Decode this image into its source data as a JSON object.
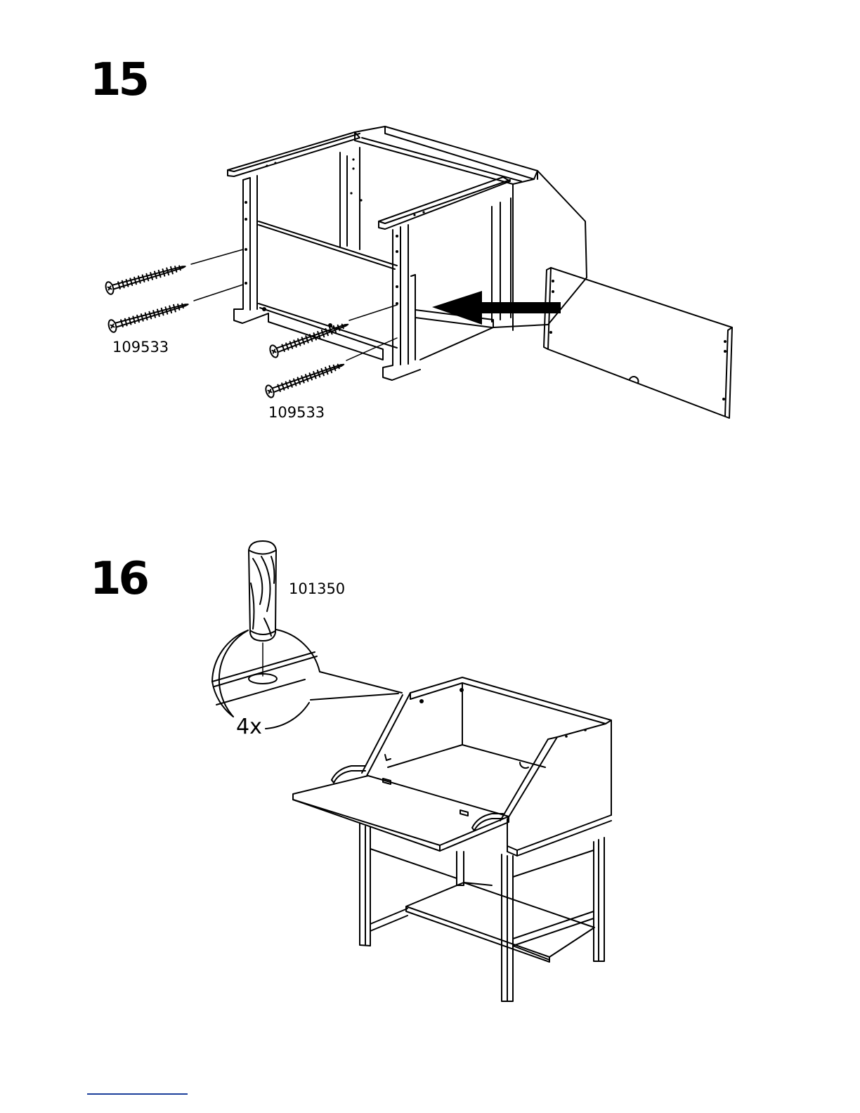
{
  "steps": [
    {
      "number": "15",
      "parts": [
        {
          "id": "109533",
          "quantity_shown": 2
        },
        {
          "id": "109533",
          "quantity_shown": 2
        }
      ],
      "action_arrow": "push-panel-into-frame"
    },
    {
      "number": "16",
      "parts": [
        {
          "id": "101350",
          "quantity": "4x"
        }
      ]
    }
  ],
  "colors": {
    "line": "#000000",
    "background": "#ffffff",
    "footer_rule": "#1a3f9a"
  },
  "icons": [
    "screw-icon",
    "wooden-dowel-icon",
    "arrow-left-icon"
  ]
}
